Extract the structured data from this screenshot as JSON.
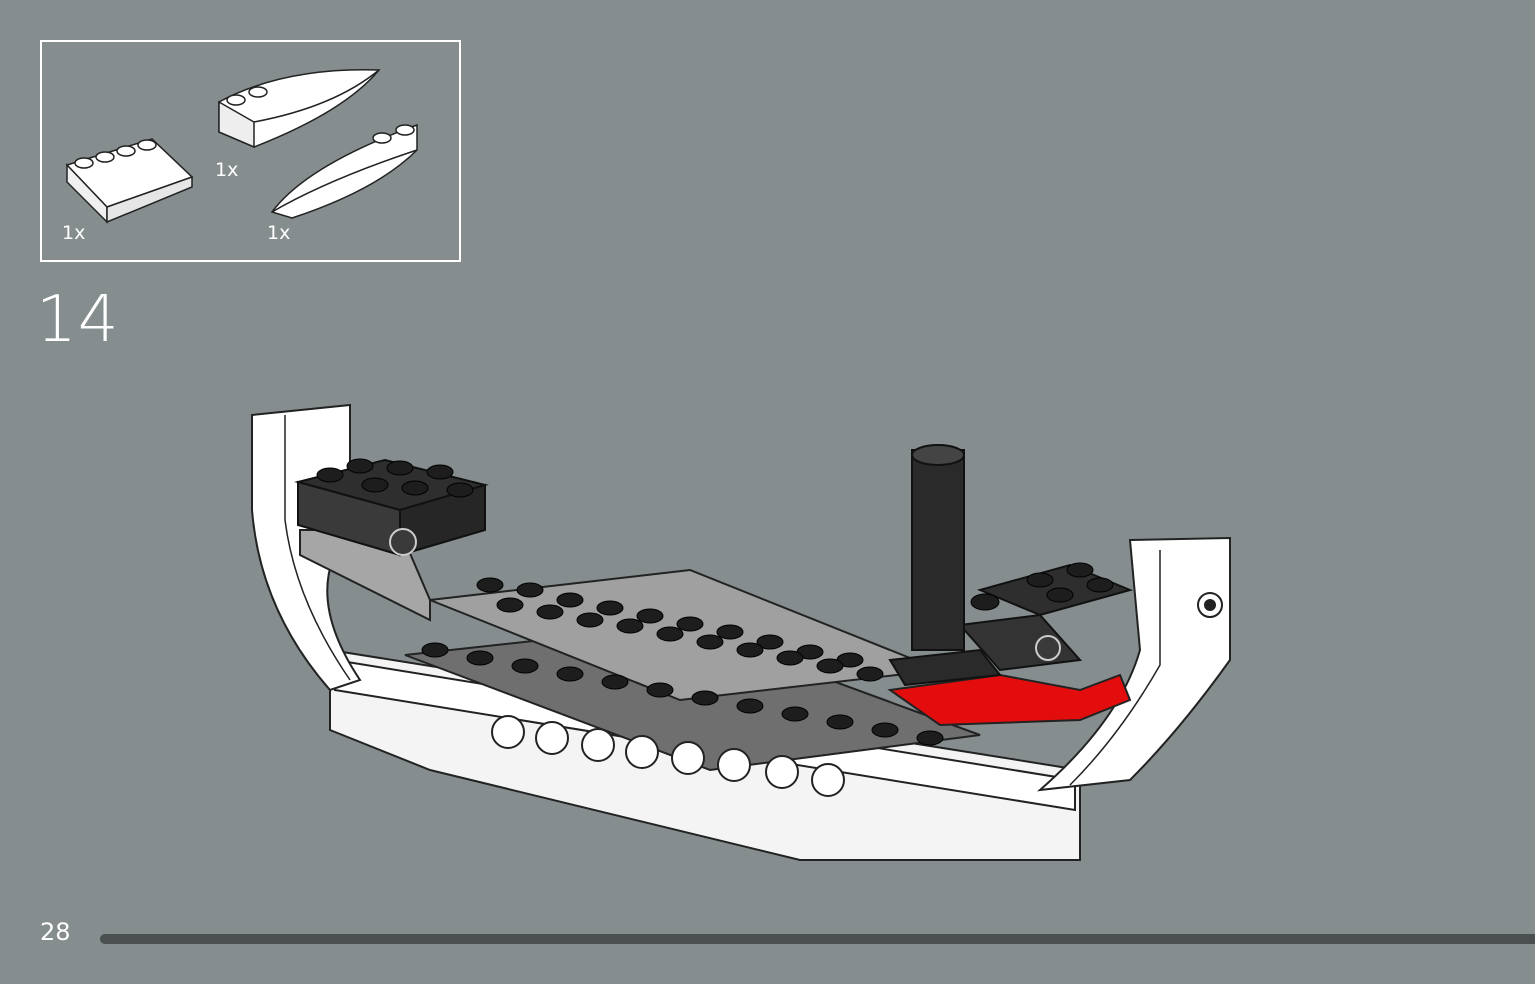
{
  "step": {
    "number": "14"
  },
  "page": {
    "number": "28"
  },
  "parts": [
    {
      "qty": "1x",
      "icon": "white-slope-brick-4x2-icon"
    },
    {
      "qty": "1x",
      "icon": "white-wedge-plate-left-icon"
    },
    {
      "qty": "1x",
      "icon": "white-wedge-plate-right-icon"
    }
  ],
  "progress": {
    "fraction": 1.0
  },
  "model": {
    "icon": "boat-hull-assembly-icon"
  },
  "colors": {
    "background": "#858d8e",
    "white_part": "#ffffff",
    "black_part": "#2b2b2b",
    "grey_part": "#9b9b9b",
    "dark_grey_part": "#707070",
    "red_part": "#e30d0d"
  }
}
